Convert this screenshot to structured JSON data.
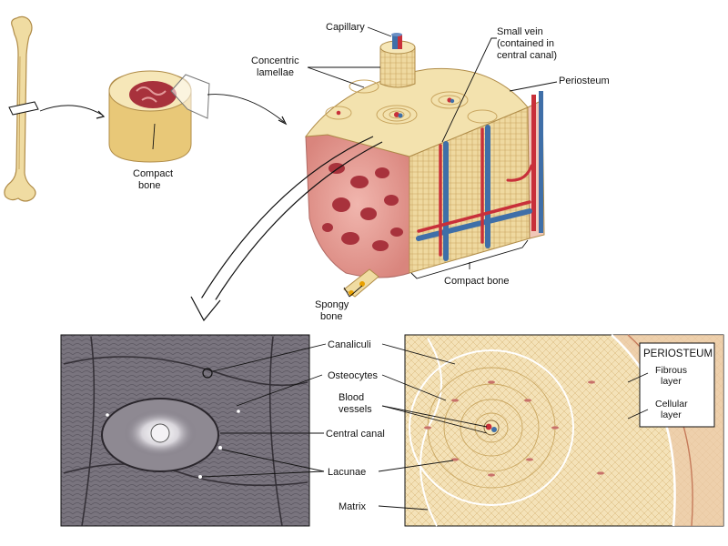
{
  "labels": {
    "compact_bone_small": [
      "Compact",
      "bone"
    ],
    "capillary": "Capillary",
    "small_vein": [
      "Small vein",
      "(contained in",
      "central canal)"
    ],
    "concentric_lamellae": [
      "Concentric",
      "lamellae"
    ],
    "periosteum": "Periosteum",
    "compact_bone_block": "Compact bone",
    "spongy_bone": [
      "Spongy",
      "bone"
    ],
    "canaliculi": "Canaliculi",
    "osteocytes": "Osteocytes",
    "blood_vessels": [
      "Blood",
      "vessels"
    ],
    "central_canal": "Central canal",
    "lacunae": "Lacunae",
    "matrix": "Matrix",
    "periosteum_box": {
      "title": "PERIOSTEUM",
      "fibrous": [
        "Fibrous",
        "layer"
      ],
      "cellular": [
        "Cellular",
        "layer"
      ]
    }
  },
  "colors": {
    "bone": "#f2dfa6",
    "bone_shade": "#d9b86a",
    "marrow": "#a8323c",
    "spongy": "#e8a09a",
    "artery": "#c8303a",
    "vein": "#3f6fa8",
    "micro_bg": "#6f6a74",
    "tissue_bg": "#f4e2b8"
  }
}
